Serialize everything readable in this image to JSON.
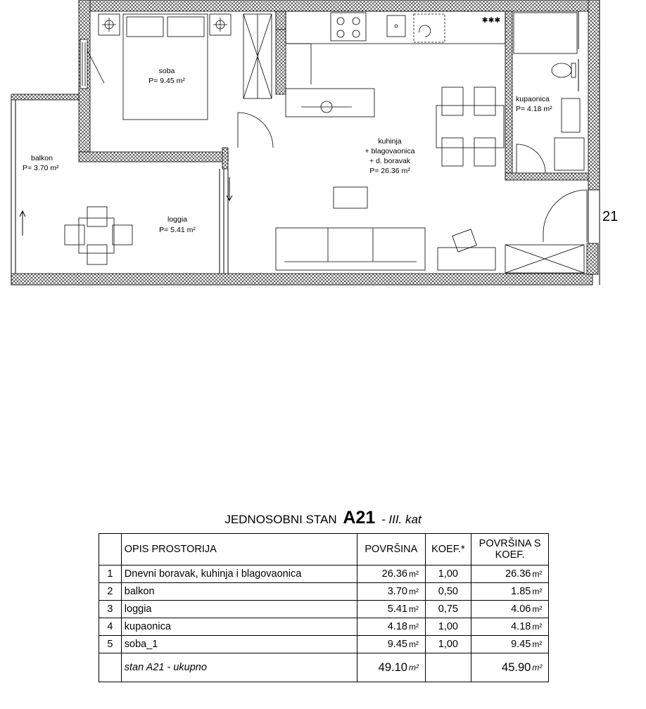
{
  "plan": {
    "rooms": [
      {
        "name": "soba",
        "area": "P= 9.45 m²"
      },
      {
        "name": "balkon",
        "area": "P= 3.70 m²"
      },
      {
        "name": "loggia",
        "area": "P= 5.41 m²"
      },
      {
        "name": "kupaonica",
        "area": "P= 4.18 m²"
      },
      {
        "name_lines": [
          "kuhinja",
          "+ blagovaonica",
          "+ d. boravak"
        ],
        "area": "P= 26.36 m²"
      }
    ],
    "hob_mark": "✱✱✱",
    "door_number": "21"
  },
  "table": {
    "title_prefix": "JEDNOSOBNI  STAN",
    "title_code": "A21",
    "title_suffix": "- III. kat",
    "headers": {
      "name": "OPIS PROSTORIJA",
      "area": "POVRŠINA",
      "koef": "KOEF.*",
      "area_koef": "POVRŠINA S KOEF."
    },
    "rows": [
      {
        "no": "1",
        "name": "Dnevni boravak, kuhinja i blagovaonica",
        "area": "26.36",
        "unit": "m²",
        "koef": "1,00",
        "area_koef": "26.36",
        "unit2": "m²"
      },
      {
        "no": "2",
        "name": "balkon",
        "area": "3.70",
        "unit": "m²",
        "koef": "0,50",
        "area_koef": "1.85",
        "unit2": "m²"
      },
      {
        "no": "3",
        "name": "loggia",
        "area": "5.41",
        "unit": "m²",
        "koef": "0,75",
        "area_koef": "4.06",
        "unit2": "m²"
      },
      {
        "no": "4",
        "name": "kupaonica",
        "area": "4.18",
        "unit": "m²",
        "koef": "1,00",
        "area_koef": "4.18",
        "unit2": "m²"
      },
      {
        "no": "5",
        "name": "soba_1",
        "area": "9.45",
        "unit": "m²",
        "koef": "1,00",
        "area_koef": "9.45",
        "unit2": "m²"
      }
    ],
    "total": {
      "label": "stan A21 - ukupno",
      "area": "49.10",
      "unit": "m²",
      "area_koef": "45.90",
      "unit2": "m²"
    }
  }
}
